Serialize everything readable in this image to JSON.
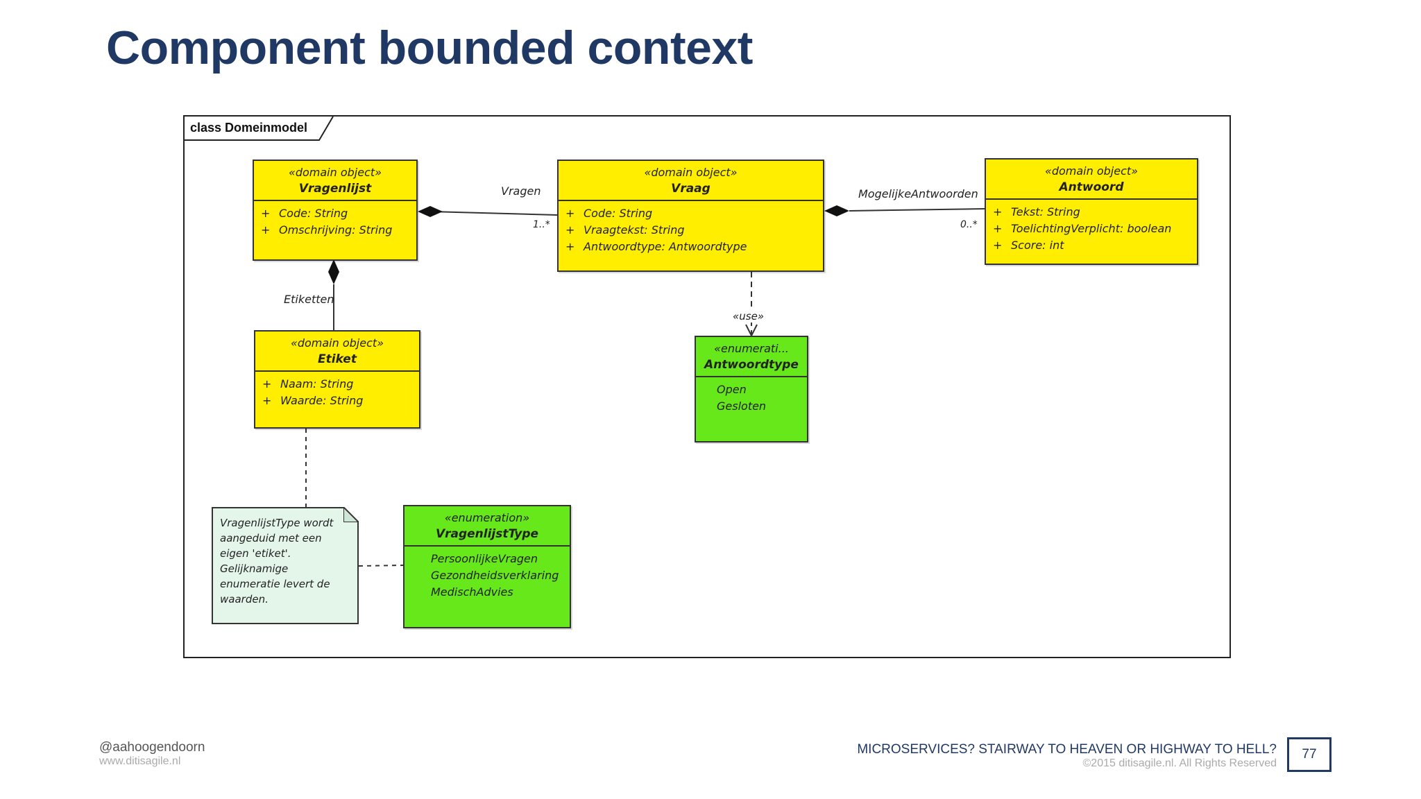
{
  "slide": {
    "title": "Component bounded context",
    "page_number": "77"
  },
  "diagram": {
    "frame_label": "class Domeinmodel",
    "classes": {
      "vragenlijst": {
        "stereotype": "«domain object»",
        "name": "Vragenlijst",
        "attributes": [
          "Code: String",
          "Omschrijving: String"
        ]
      },
      "vraag": {
        "stereotype": "«domain object»",
        "name": "Vraag",
        "attributes": [
          "Code: String",
          "Vraagtekst: String",
          "Antwoordtype: Antwoordtype"
        ]
      },
      "antwoord": {
        "stereotype": "«domain object»",
        "name": "Antwoord",
        "attributes": [
          "Tekst: String",
          "ToelichtingVerplicht: boolean",
          "Score: int"
        ]
      },
      "etiket": {
        "stereotype": "«domain object»",
        "name": "Etiket",
        "attributes": [
          "Naam: String",
          "Waarde: String"
        ]
      },
      "antwoordtype": {
        "stereotype": "«enumerati...",
        "name": "Antwoordtype",
        "literals": [
          "Open",
          "Gesloten"
        ]
      },
      "vragenlijsttype": {
        "stereotype": "«enumeration»",
        "name": "VragenlijstType",
        "literals": [
          "PersoonlijkeVragen",
          "Gezondheidsverklaring",
          "MedischAdvies"
        ]
      }
    },
    "attribute_visibility": "+",
    "note": "VragenlijstType wordt\naangeduid met een\neigen 'etiket'.\nGelijknamige\nenumeratie levert de\nwaarden.",
    "labels": {
      "vragen": "Vragen",
      "vragen_mult": "1..*",
      "mogelijke_antwoorden": "MogelijkeAntwoorden",
      "antwoorden_mult": "0..*",
      "etiketten": "Etiketten",
      "use": "«use»"
    }
  },
  "footer": {
    "handle": "@aahoogendoorn",
    "website": "www.ditisagile.nl",
    "talk_title": "MICROSERVICES? STAIRWAY TO HEAVEN OR HIGHWAY TO HELL?",
    "copyright": "©2015 ditisagile.nl. All Rights Reserved"
  },
  "colors": {
    "title": "#1f3864",
    "domain_object": "#ffee00",
    "enumeration": "#66e81a",
    "note": "#e4f5ea"
  }
}
